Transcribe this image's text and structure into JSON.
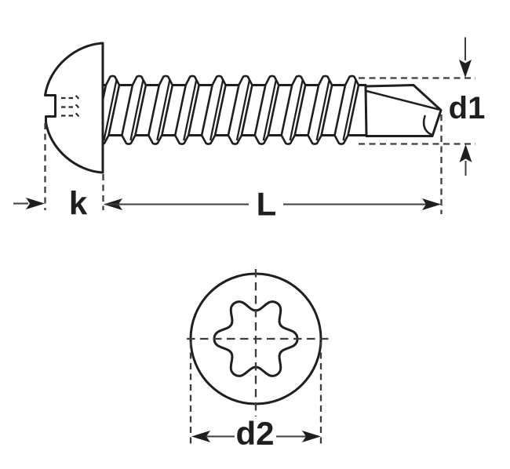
{
  "figure": {
    "background_color": "#ffffff",
    "object_line_color": "#1f1f1f",
    "dimension_line_color": "#3d3d3d"
  },
  "labels": {
    "head_height": "k",
    "length": "L",
    "drill_diameter": "d1",
    "head_diameter": "d2"
  }
}
